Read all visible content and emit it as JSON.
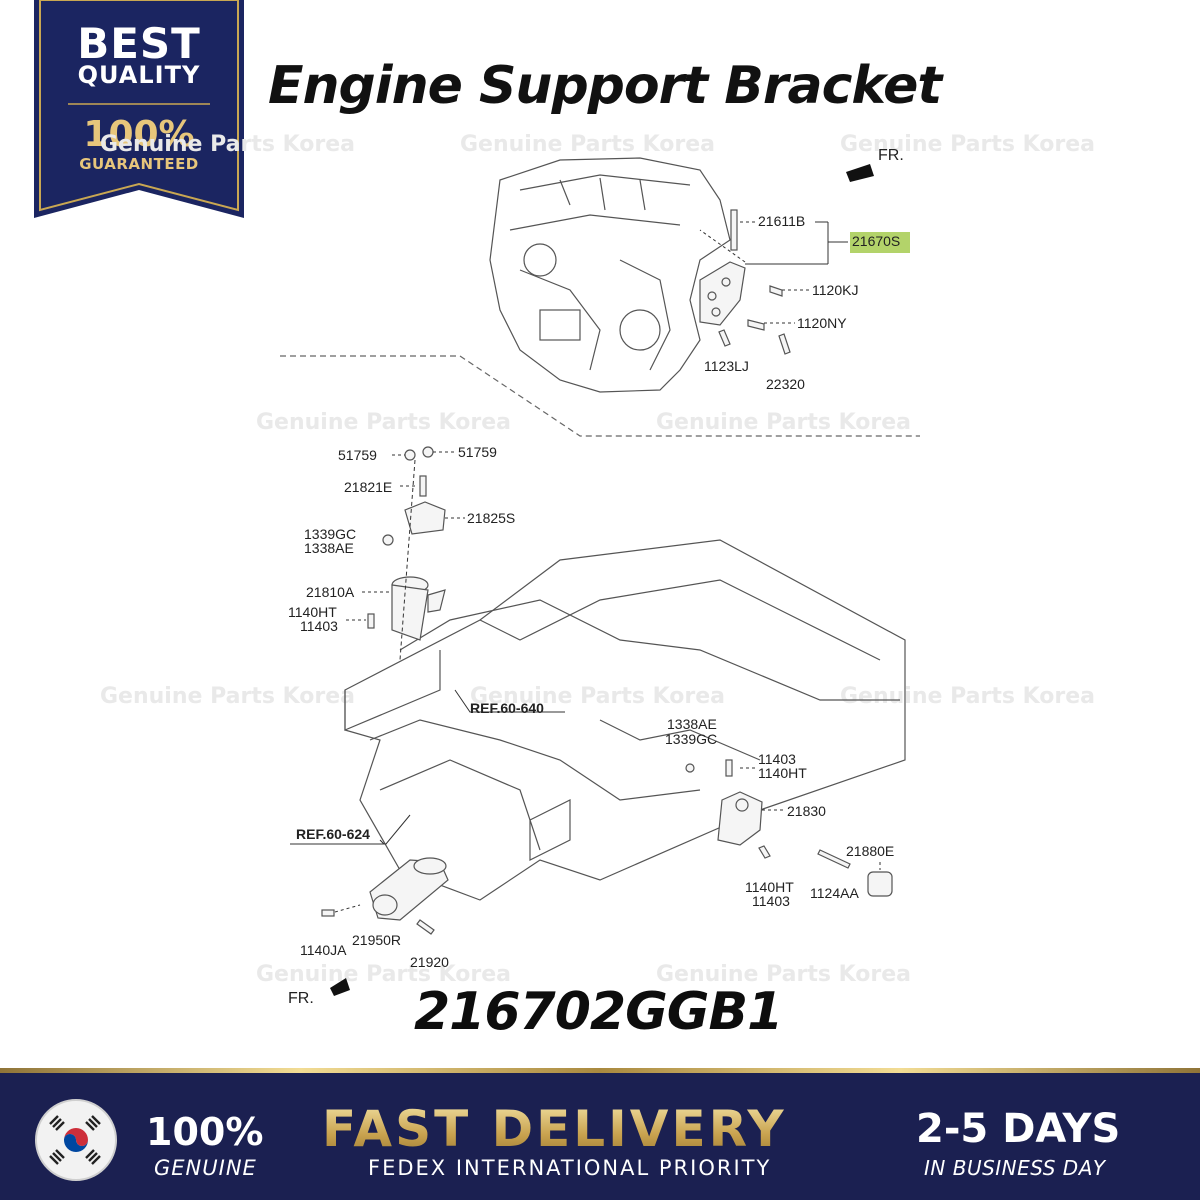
{
  "badge": {
    "line1": "BEST",
    "line2": "QUALITY",
    "line3": "100%",
    "line4": "GUARANTEED"
  },
  "title": "Engine Support Bracket",
  "watermark_text": "Genuine Parts Korea",
  "part_number": "216702GGB1",
  "diagram_labels": {
    "fr_top": "FR.",
    "fr_bottom": "FR.",
    "highlighted": "21670S",
    "upper": [
      "21611B",
      "1120KJ",
      "1120NY",
      "1123LJ",
      "22320"
    ],
    "mid": [
      "51759",
      "51759",
      "21821E",
      "21825S",
      "1339GC",
      "1338AE",
      "21810A",
      "1140HT",
      "11403"
    ],
    "refs": [
      "REF.60-640",
      "REF.60-624"
    ],
    "lower": [
      "1338AE",
      "1339GC",
      "11403",
      "1140HT",
      "21830",
      "21880E",
      "1140HT",
      "11403",
      "1124AA",
      "1140JA",
      "21950R",
      "21920"
    ]
  },
  "footer": {
    "genuine_pct": "100%",
    "genuine": "GENUINE",
    "fast": "FAST DELIVERY",
    "fedex": "FEDEX INTERNATIONAL PRIORITY",
    "days": "2-5 DAYS",
    "business": "IN BUSINESS DAY"
  },
  "colors": {
    "navy": "#1b2051",
    "gold": "#d8bb6c",
    "highlight": "#b3d36a"
  }
}
